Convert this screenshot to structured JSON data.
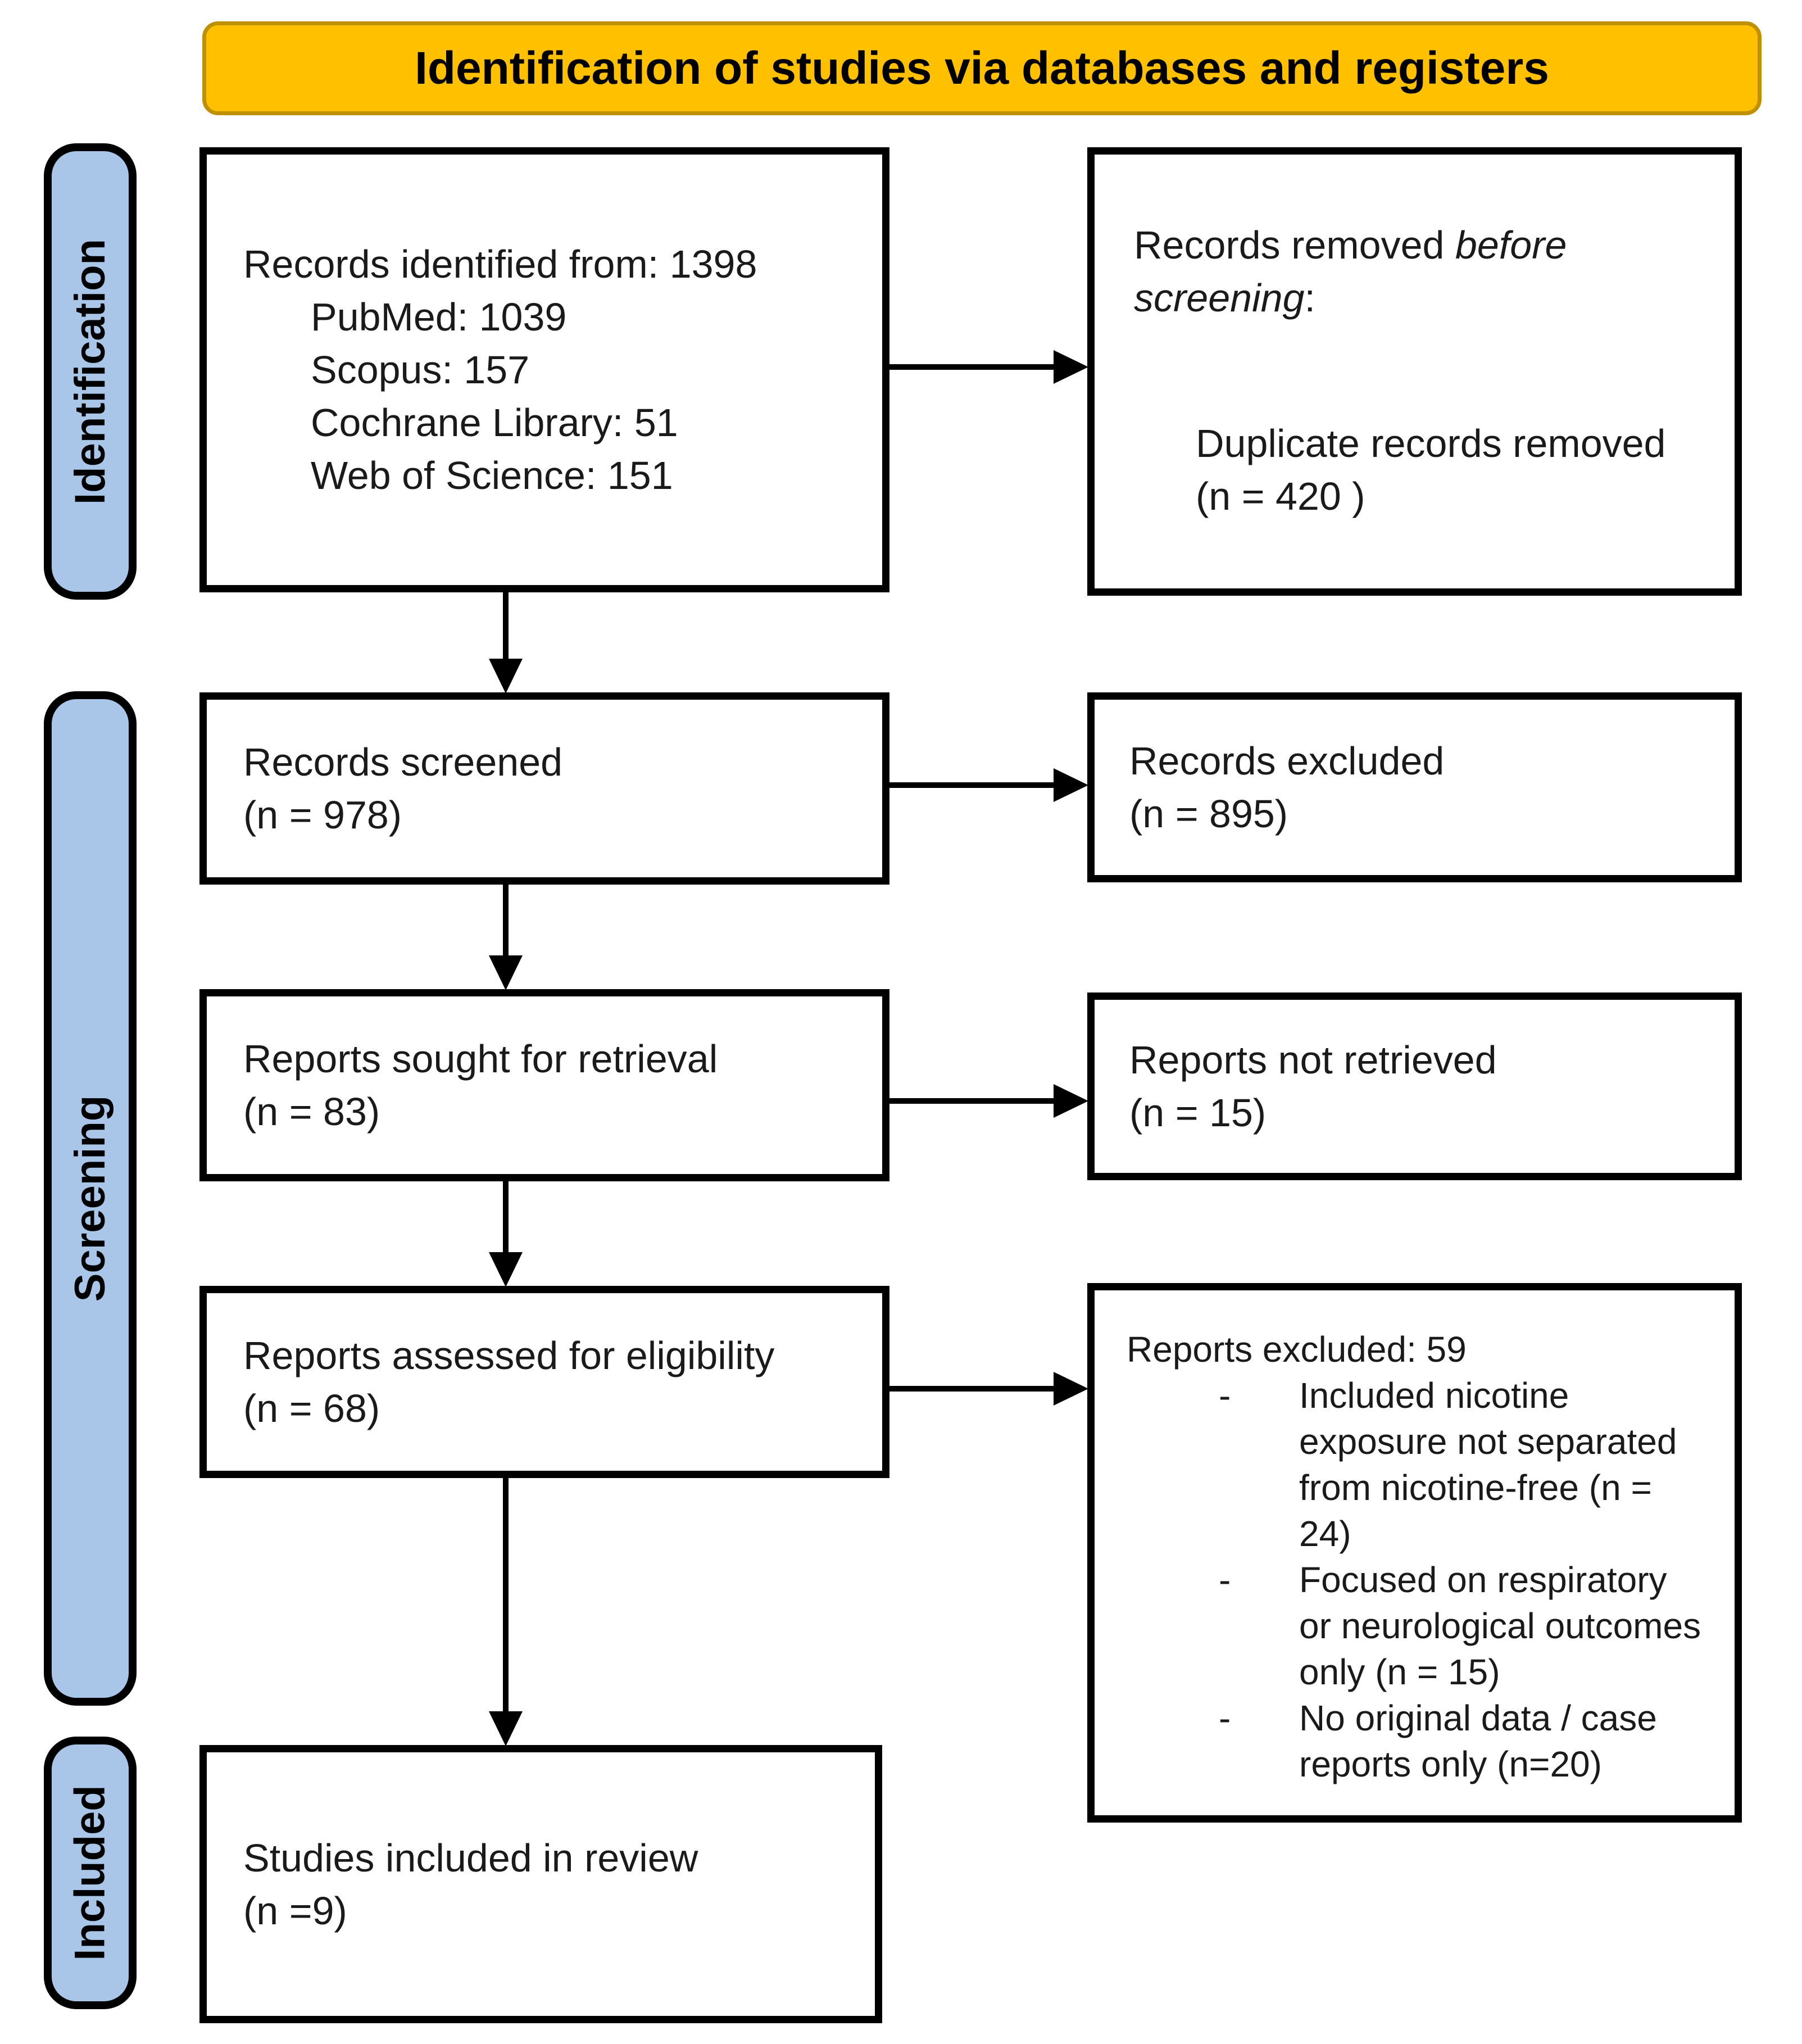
{
  "header": {
    "title": "Identification of studies via databases and registers"
  },
  "sidebar": {
    "stages": [
      {
        "label": "Identification"
      },
      {
        "label": "Screening"
      },
      {
        "label": "Included"
      }
    ]
  },
  "boxes": {
    "identified": {
      "line1": "Records identified from: 1398",
      "sources": [
        "PubMed: 1039",
        "Scopus: 157",
        "Cochrane Library: 51",
        "Web of Science: 151"
      ]
    },
    "removed": {
      "intro_normal": "Records removed ",
      "intro_italic": "before screening",
      "intro_tail": ":",
      "detail": "Duplicate records removed",
      "count": "(n = 420 )"
    },
    "screened": {
      "label": "Records screened",
      "count": "(n = 978)"
    },
    "excluded": {
      "label": "Records excluded",
      "count": "(n = 895)"
    },
    "sought": {
      "label": "Reports sought for retrieval",
      "count": "(n = 83)"
    },
    "not_retrieved": {
      "label": "Reports not retrieved",
      "count": "(n = 15)"
    },
    "assessed": {
      "label": "Reports assessed for eligibility",
      "count": "(n = 68)"
    },
    "reports_excluded": {
      "title": "Reports excluded: 59",
      "reasons": [
        "Included nicotine exposure not separated from nicotine-free (n = 24)",
        "Focused on respiratory or neurological outcomes only (n = 15)",
        "No original data / case reports only (n=20)"
      ]
    },
    "included_review": {
      "label": "Studies included in review",
      "count": "(n =9)"
    }
  },
  "colors": {
    "banner_fill": "#FFC000",
    "stage_bar_fill": "#A9C6E8",
    "box_border": "#000000"
  }
}
